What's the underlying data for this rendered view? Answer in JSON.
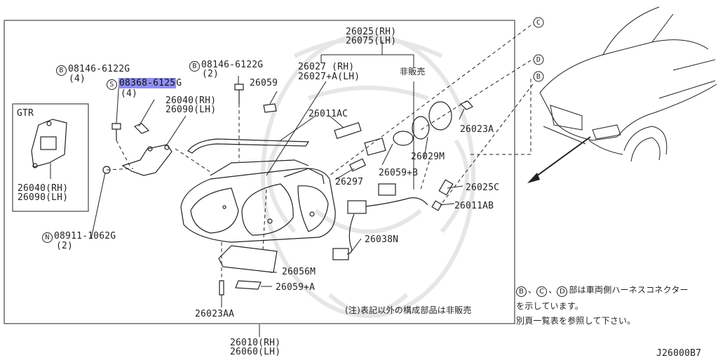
{
  "labels": {
    "p26025": "26025(RH)",
    "p26075": "26075(LH)",
    "p26027": "26027   (RH)",
    "p26027a": "26027+A(LH)",
    "not_sold": "非販売",
    "p26059": "26059",
    "bolt1_prefix": "B",
    "bolt1": "08146-6122G",
    "bolt1_qty": "(4)",
    "bolt2_prefix": "B",
    "bolt2": "08146-6122G",
    "bolt2_qty": "(2)",
    "screw_prefix": "S",
    "screw_highlight": "08368-6125",
    "screw_suffix": "G",
    "screw_qty": "(4)",
    "p26040": "26040(RH)",
    "p26090": "26090(LH)",
    "p26011ac": "26011AC",
    "p26023a": "26023A",
    "p26029m": "26029M",
    "p26059b": "26059+B",
    "p26297": "26297",
    "p26025c": "26025C",
    "p26011ab": "26011AB",
    "p26038n": "26038N",
    "p26056m": "26056M",
    "p26059a": "26059+A",
    "p26023aa": "26023AA",
    "gtr": "GTR",
    "gtr_p26040": "26040(RH)",
    "gtr_p26090": "26090(LH)",
    "nut_prefix": "N",
    "nut": "08911-1062G",
    "nut_qty": "(2)",
    "p26010": "26010(RH)",
    "p26060": "26060(LH)",
    "callout_c": "C",
    "callout_d": "D",
    "callout_b": "B",
    "note": "(注)表記以外の構成部品は非販売",
    "side_note_circles": [
      "B",
      "C",
      "D"
    ],
    "side_note_1": "部は車両側ハーネスコネクター",
    "side_note_2": "を示しています。",
    "side_note_3": "別頁一覧表を参照して下さい。",
    "diagram_id": "J26000B7"
  },
  "colors": {
    "line": "#222222",
    "highlight": "#8f8ff0",
    "watermark": "#e6e6e6"
  }
}
